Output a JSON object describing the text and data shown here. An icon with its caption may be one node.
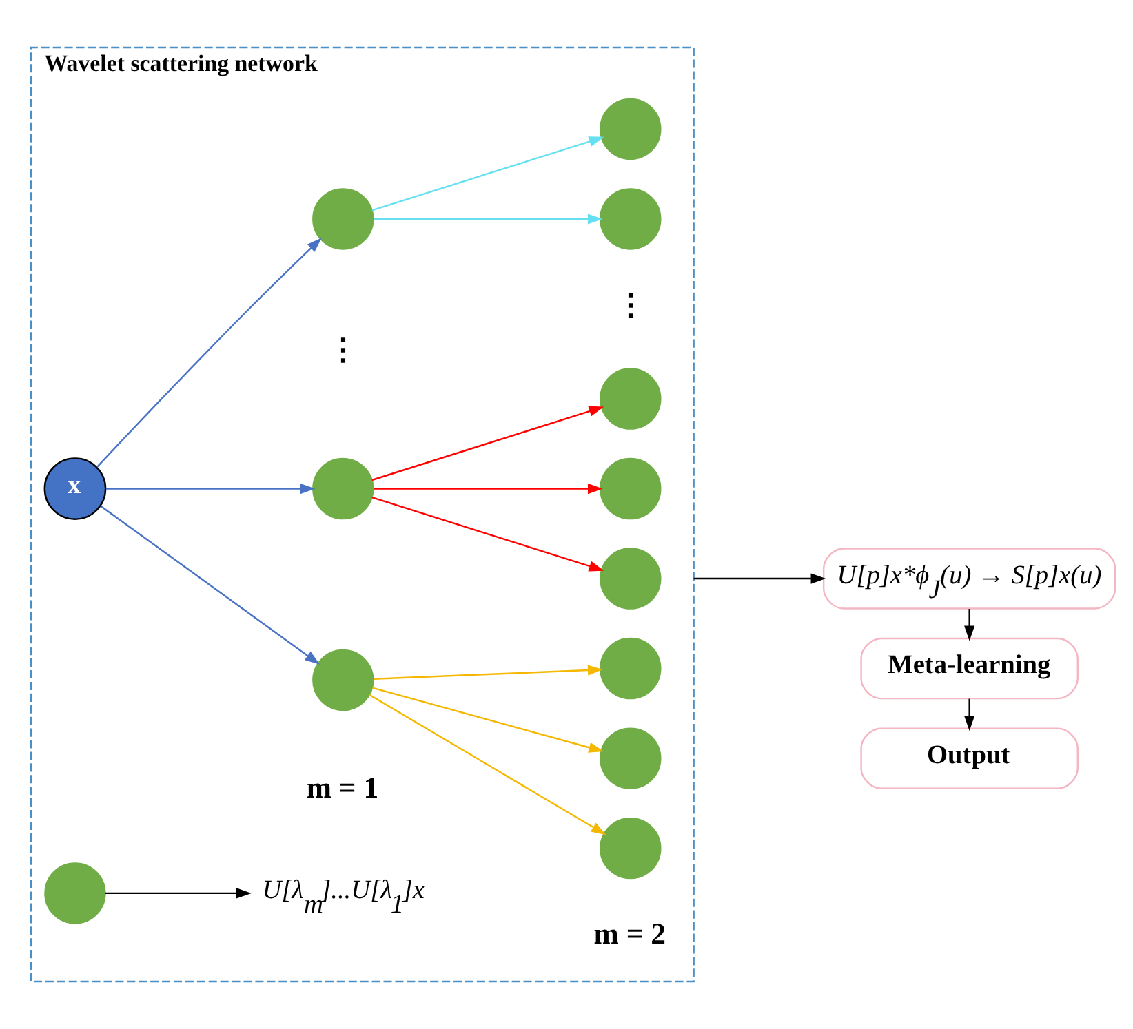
{
  "diagram": {
    "nodes": [
      {
        "text": [
          "Wavelet scattering network"
        ]
      },
      {
        "text": [
          "x"
        ],
        "in": 0
      },
      {
        "text": [],
        "shape": "circle",
        "in": 0
      },
      {
        "text": [],
        "shape": "circle",
        "in": 0
      },
      {
        "text": [],
        "shape": "circle",
        "in": 0
      },
      {
        "text": [],
        "shape": "circle",
        "in": 0
      },
      {
        "text": [],
        "shape": "circle",
        "in": 0
      },
      {
        "text": [],
        "shape": "circle",
        "in": 0
      },
      {
        "text": [],
        "shape": "circle",
        "in": 0
      },
      {
        "text": [],
        "shape": "circle",
        "in": 0
      },
      {
        "text": [],
        "shape": "circle",
        "in": 0
      },
      {
        "text": [],
        "shape": "circle",
        "in": 0
      },
      {
        "text": [],
        "shape": "circle",
        "in": 0
      },
      {
        "text": [],
        "shape": "circle",
        "in": 0
      },
      {
        "text": [
          "U[λ$_{m}$]...U[λ$_{1}$]x"
        ],
        "in": 0
      },
      {
        "text": [
          "U[p]x*ϕ$_{J}$(u) → S[p]x(u)"
        ]
      },
      {
        "text": [
          "Meta-learning"
        ]
      },
      {
        "text": [
          "Output"
        ]
      }
    ],
    "edges": [
      {
        "from": 1,
        "to": 2,
        "arrow": "to",
        "color": "#4a72c4"
      },
      {
        "from": 1,
        "to": 3,
        "arrow": "to",
        "color": "#4a72c4"
      },
      {
        "from": 1,
        "to": 4,
        "arrow": "to",
        "color": "#4a72c4"
      },
      {
        "from": 2,
        "to": 5,
        "arrow": "to",
        "color": "#f5b800"
      },
      {
        "from": 2,
        "to": 6,
        "arrow": "to",
        "color": "#f5b800"
      },
      {
        "from": 2,
        "to": 7,
        "arrow": "to",
        "color": "#f5b800"
      },
      {
        "from": 3,
        "to": 8,
        "arrow": "to",
        "color": "#ff0000"
      },
      {
        "from": 3,
        "to": 9,
        "arrow": "to",
        "color": "#ff0000"
      },
      {
        "from": 3,
        "to": 10,
        "arrow": "to",
        "color": "#ff0000"
      },
      {
        "from": 4,
        "to": 11,
        "arrow": "to",
        "color": "#66e0f0"
      },
      {
        "from": 4,
        "to": 12,
        "arrow": "to",
        "color": "#66e0f0"
      },
      {
        "from": 13,
        "to": 14,
        "arrow": "to"
      },
      {
        "from": 0,
        "to": 15,
        "arrow": "to"
      },
      {
        "from": 15,
        "to": 16,
        "arrow": "to"
      },
      {
        "from": 16,
        "to": 17,
        "arrow": "to"
      }
    ],
    "labels": [
      "m = 1",
      "m = 2",
      "⋮",
      "⋮"
    ]
  }
}
